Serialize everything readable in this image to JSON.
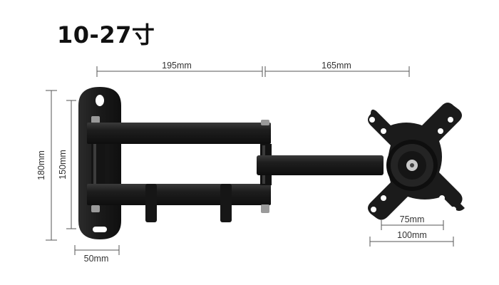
{
  "title": "10-27寸",
  "dimensions": {
    "arm_length_1": "195mm",
    "arm_length_2": "165mm",
    "plate_height": "180mm",
    "hole_spacing": "150mm",
    "plate_width": "50mm",
    "vesa_small": "75mm",
    "vesa_large": "100mm"
  },
  "colors": {
    "metal": "#1c1c1c",
    "metal_highlight": "#3a3a3a",
    "dimension_line": "#555555"
  }
}
